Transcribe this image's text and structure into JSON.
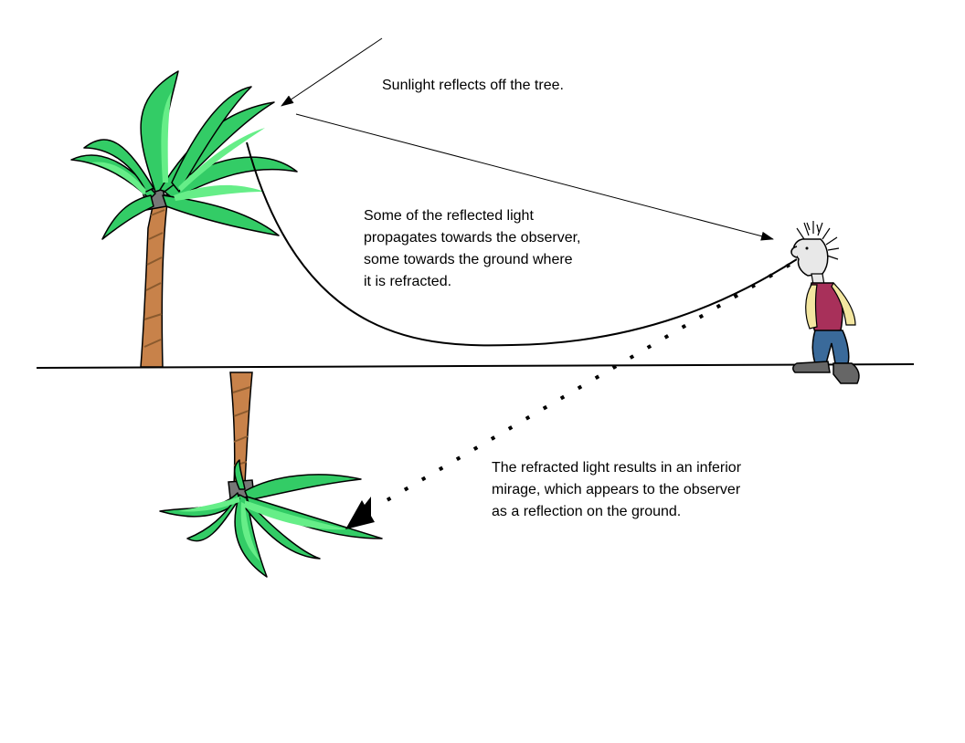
{
  "captions": {
    "sunlight": "Sunlight reflects off the tree.",
    "reflected": [
      "Some of the reflected light",
      "propagates towards the observer,",
      "some towards the ground where",
      "it is refracted."
    ],
    "refracted": [
      "The refracted light results in an inferior",
      "mirage, which appears to the observer",
      "as a reflection on the ground."
    ]
  },
  "colors": {
    "palm_leaf": "#33cc66",
    "palm_leaf_light": "#66ee88",
    "palm_outline": "#000000",
    "trunk": "#c8824a",
    "trunk_band": "#8a5a2e",
    "shirt": "#a8305a",
    "vest": "#f3e6a0",
    "jeans": "#3a6a9a",
    "skin": "#e8e8e8",
    "shoes": "#666666",
    "ground_line": "#000000"
  }
}
